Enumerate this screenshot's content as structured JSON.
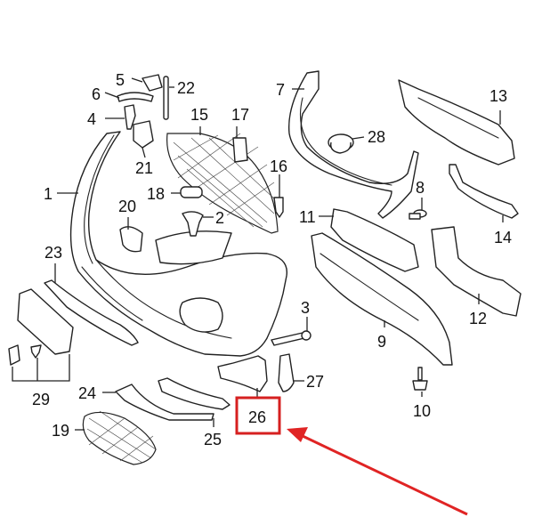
{
  "diagram": {
    "callouts": [
      {
        "id": "c1",
        "label": "1"
      },
      {
        "id": "c2",
        "label": "2"
      },
      {
        "id": "c3",
        "label": "3"
      },
      {
        "id": "c4",
        "label": "4"
      },
      {
        "id": "c5",
        "label": "5"
      },
      {
        "id": "c6",
        "label": "6"
      },
      {
        "id": "c7",
        "label": "7"
      },
      {
        "id": "c8",
        "label": "8"
      },
      {
        "id": "c9",
        "label": "9"
      },
      {
        "id": "c10",
        "label": "10"
      },
      {
        "id": "c11",
        "label": "11"
      },
      {
        "id": "c12",
        "label": "12"
      },
      {
        "id": "c13",
        "label": "13"
      },
      {
        "id": "c14",
        "label": "14"
      },
      {
        "id": "c15",
        "label": "15"
      },
      {
        "id": "c16",
        "label": "16"
      },
      {
        "id": "c17",
        "label": "17"
      },
      {
        "id": "c18",
        "label": "18"
      },
      {
        "id": "c19",
        "label": "19"
      },
      {
        "id": "c20",
        "label": "20"
      },
      {
        "id": "c21",
        "label": "21"
      },
      {
        "id": "c22",
        "label": "22"
      },
      {
        "id": "c23",
        "label": "23"
      },
      {
        "id": "c24",
        "label": "24"
      },
      {
        "id": "c25",
        "label": "25"
      },
      {
        "id": "c26",
        "label": "26"
      },
      {
        "id": "c27",
        "label": "27"
      },
      {
        "id": "c28",
        "label": "28"
      },
      {
        "id": "c29",
        "label": "29"
      }
    ],
    "highlight": {
      "callout": "26",
      "color": "#d62020"
    },
    "arrow_color": "#e02424",
    "line_color": "#222222"
  }
}
